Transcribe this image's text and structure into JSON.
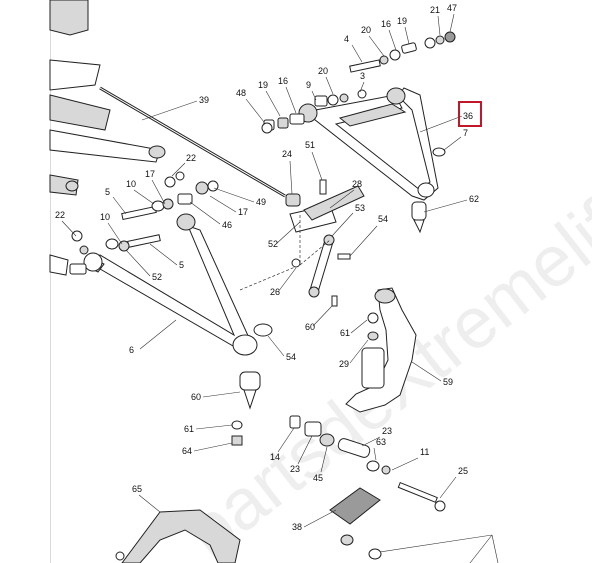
{
  "watermark": "partsdeXtremelife",
  "highlight": "36",
  "callouts": [
    "4",
    "20",
    "16",
    "19",
    "21",
    "47",
    "3",
    "20",
    "48",
    "19",
    "16",
    "9",
    "39",
    "36",
    "7",
    "51",
    "24",
    "22",
    "5",
    "10",
    "17",
    "49",
    "28",
    "53",
    "54",
    "62",
    "22",
    "10",
    "52",
    "17",
    "46",
    "5",
    "52",
    "26",
    "6",
    "54",
    "60",
    "61",
    "29",
    "59",
    "60",
    "61",
    "64",
    "14",
    "23",
    "63",
    "11",
    "23",
    "45",
    "25",
    "65",
    "38"
  ]
}
